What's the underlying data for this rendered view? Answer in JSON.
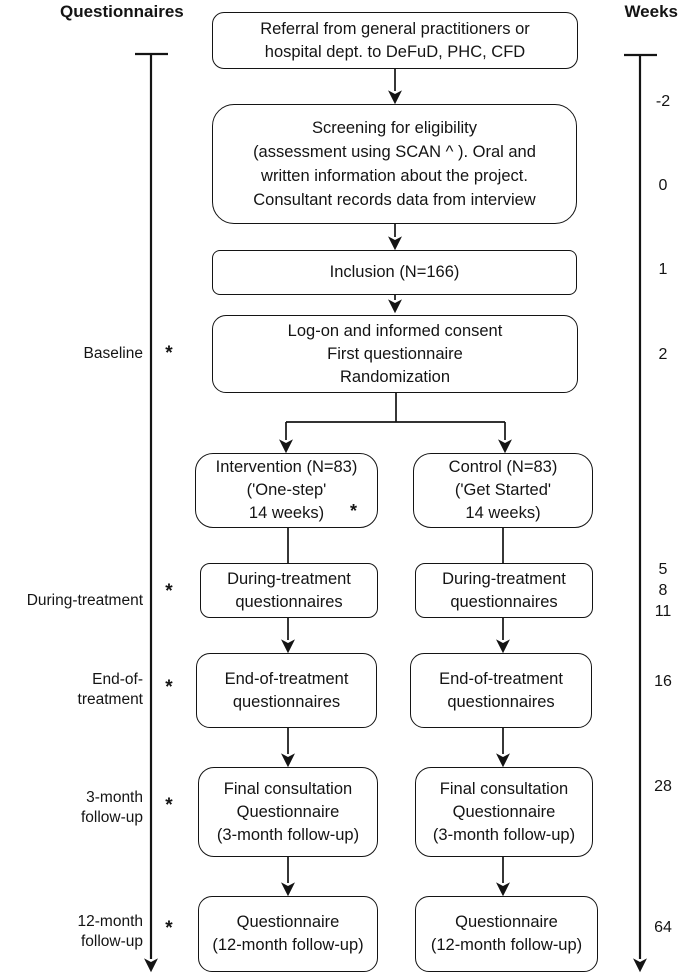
{
  "headers": {
    "left": "Questionnaires",
    "right": "Weeks"
  },
  "boxes": {
    "referral": "Referral from general practitioners or\nhospital dept. to DeFuD, PHC, CFD",
    "screening": "Screening for eligibility\n(assessment using SCAN ^ ). Oral and\nwritten information about the project.\nConsultant records data from interview",
    "inclusion": "Inclusion (N=166)",
    "logon": "Log-on and informed consent\nFirst questionnaire\nRandomization",
    "intervention": "Intervention (N=83)\n('One-step'\n14 weeks)",
    "intervention_marker": "*",
    "control": "Control (N=83)\n('Get Started'\n14 weeks)",
    "during_intervention": "During-treatment\nquestionnaires",
    "during_control": "During-treatment\nquestionnaires",
    "endof_intervention": "End-of-treatment\nquestionnaires",
    "endof_control": "End-of-treatment\nquestionnaires",
    "final_intervention": "Final consultation\nQuestionnaire\n(3-month follow-up)",
    "final_control": "Final consultation\nQuestionnaire\n(3-month follow-up)",
    "q12_intervention": "Questionnaire\n(12-month follow-up)",
    "q12_control": "Questionnaire\n(12-month follow-up)"
  },
  "left_labels": [
    {
      "label": "Baseline",
      "marker": "*"
    },
    {
      "label": "During-treatment",
      "marker": "*"
    },
    {
      "label": "End-of-\ntreatment",
      "marker": "*"
    },
    {
      "label": "3-month\nfollow-up",
      "marker": "*"
    },
    {
      "label": "12-month\nfollow-up",
      "marker": "*"
    }
  ],
  "week_labels": [
    "-2",
    "0",
    "1",
    "2",
    "5",
    "8",
    "11",
    "16",
    "28",
    "64"
  ],
  "colors": {
    "ink": "#141414",
    "background": "#ffffff"
  }
}
